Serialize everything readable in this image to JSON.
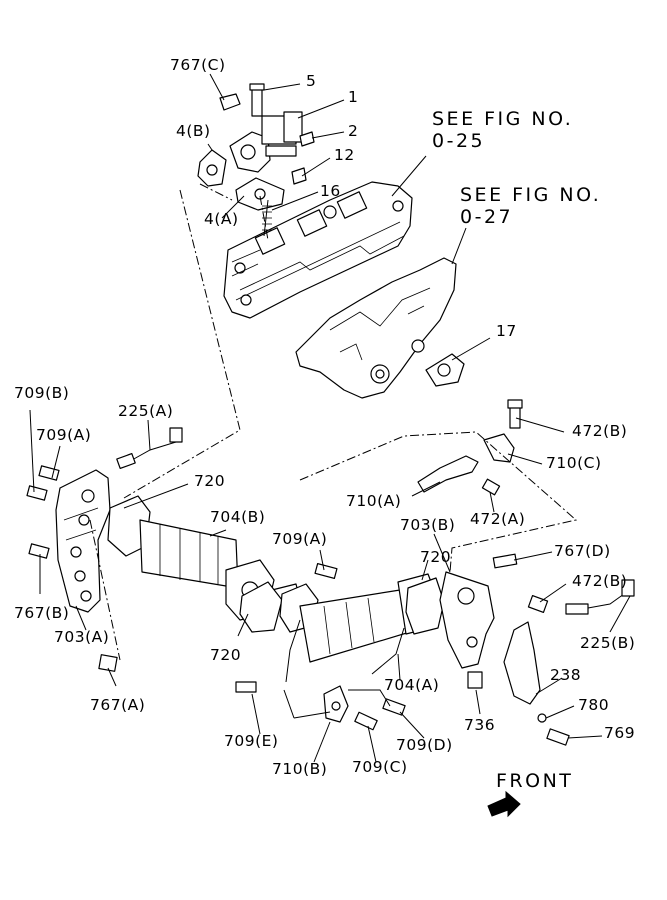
{
  "labels": {
    "l767c": "767(C)",
    "l5": "5",
    "l1": "1",
    "l2": "2",
    "l4b": "4(B)",
    "l12": "12",
    "l16": "16",
    "l4a": "4(A)",
    "l709b": "709(B)",
    "l225a": "225(A)",
    "l709a_left": "709(A)",
    "l720_top": "720",
    "l704b": "704(B)",
    "l709a_mid": "709(A)",
    "l767b": "767(B)",
    "l703a": "703(A)",
    "l720_mid": "720",
    "l720_low": "720",
    "l767a": "767(A)",
    "l472b_top": "472(B)",
    "l710c": "710(C)",
    "l710a": "710(A)",
    "l472a": "472(A)",
    "l703b": "703(B)",
    "l767d": "767(D)",
    "l472b_mid": "472(B)",
    "l225b": "225(B)",
    "l704a": "704(A)",
    "l238": "238",
    "l780": "780",
    "l736": "736",
    "l769": "769",
    "l709e": "709(E)",
    "l709d": "709(D)",
    "l710b": "710(B)",
    "l709c": "709(C)",
    "l17": "17"
  },
  "references": {
    "see_fig_1_line1": "SEE FIG NO.",
    "see_fig_1_line2": "0-25",
    "see_fig_2_line1": "SEE FIG NO.",
    "see_fig_2_line2": "0-27"
  },
  "front_label": "FRONT"
}
